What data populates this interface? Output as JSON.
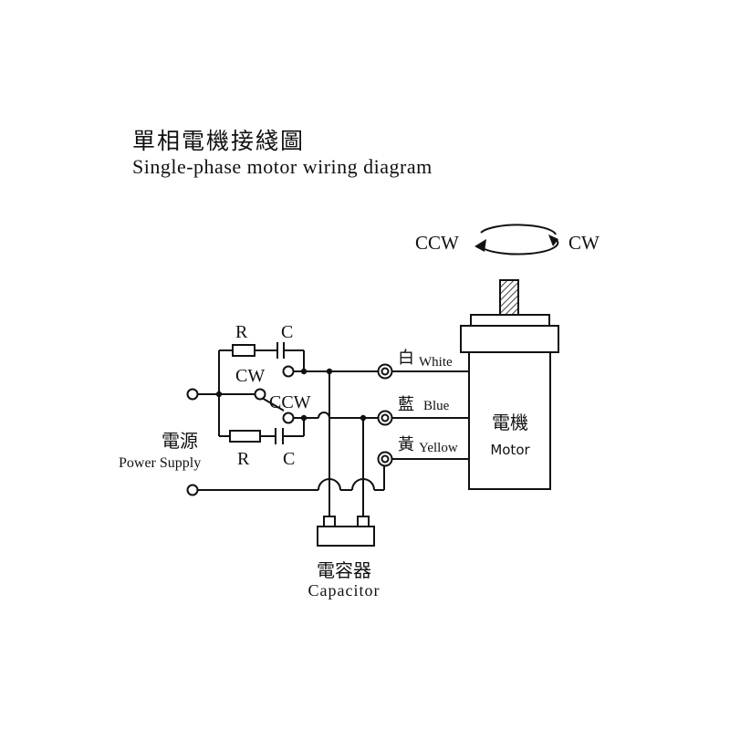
{
  "title": {
    "chinese": "單相電機接綫圖",
    "english": "Single-phase motor wiring diagram"
  },
  "rotation": {
    "ccw": "CCW",
    "cw": "CW"
  },
  "switch": {
    "r_top": "R",
    "c_top": "C",
    "cw": "CW",
    "ccw": "CCW",
    "r_bottom": "R",
    "c_bottom": "C"
  },
  "power_supply": {
    "chinese": "電源",
    "english": "Power Supply"
  },
  "wires": [
    {
      "chinese": "白",
      "english": "White"
    },
    {
      "chinese": "藍",
      "english": "Blue"
    },
    {
      "chinese": "黃",
      "english": "Yellow"
    }
  ],
  "motor": {
    "chinese": "電機",
    "english": "Motor"
  },
  "capacitor": {
    "chinese": "電容器",
    "english": "Capacitor"
  }
}
